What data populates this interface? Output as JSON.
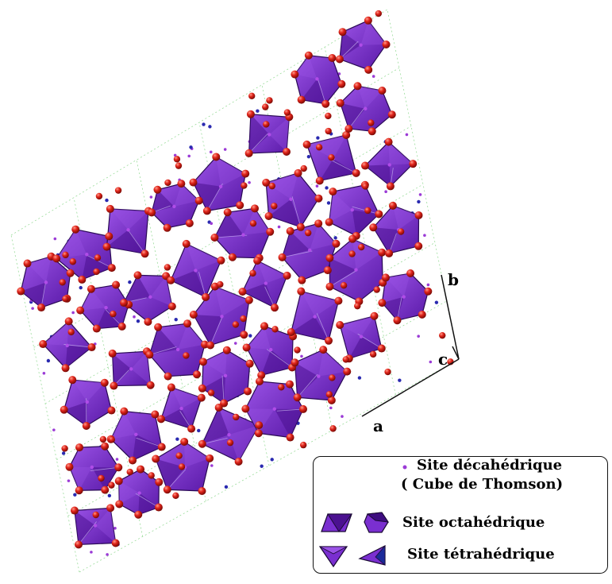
{
  "axes": {
    "a": "a",
    "b": "b",
    "c": "c"
  },
  "legend": {
    "decahedral_line1": "Site décahédrique",
    "decahedral_line2": "( Cube de Thomson)",
    "octahedral": "Site octahédrique",
    "tetrahedral": "Site tétrahédrique"
  },
  "colors": {
    "polyhedron_fill": "#7a2fd0",
    "polyhedron_dark": "#4b1190",
    "polyhedron_light": "#9a52e6",
    "oxygen": "#d61a10",
    "site_dot": "#9b3bd6",
    "cell_line": "#8fd88f",
    "axis_line": "#111111"
  }
}
